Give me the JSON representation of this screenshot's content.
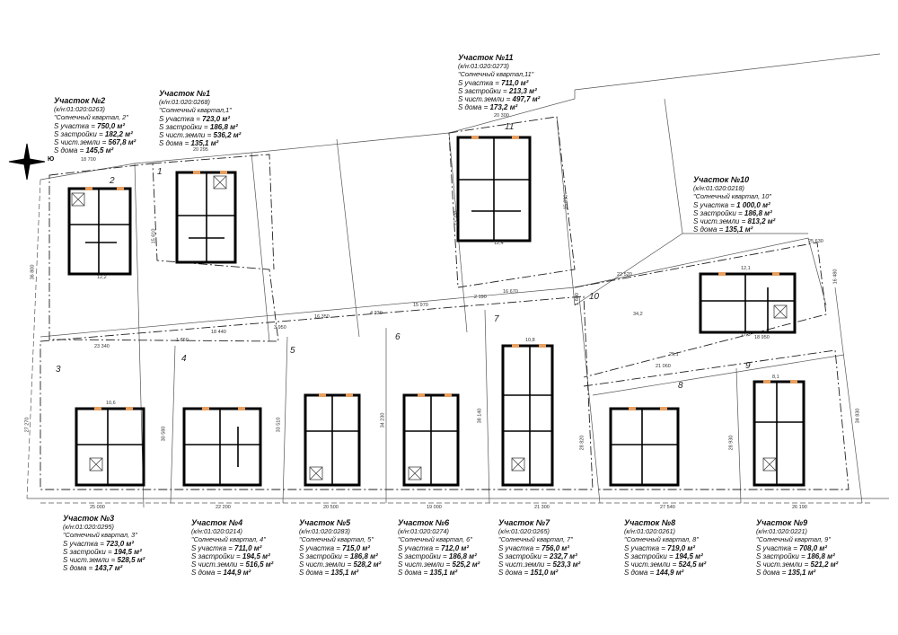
{
  "compass": {
    "label": "Ю"
  },
  "lots": [
    {
      "id": "2",
      "title": "Участок №2",
      "kad": "(к/н:01:020:0263)",
      "quarter": "\"Солнечный квартал, 2\"",
      "s_lot": "750,0 м²",
      "s_build": "182,2 м²",
      "s_clean": "567,8 м²",
      "s_house": "145,5 м²"
    },
    {
      "id": "1",
      "title": "Участок №1",
      "kad": "(к/н:01:020:0268)",
      "quarter": "\"Солнечный квартал,1\"",
      "s_lot": "723,0 м²",
      "s_build": "186,8 м²",
      "s_clean": "536,2 м²",
      "s_house": "135,1 м²"
    },
    {
      "id": "11",
      "title": "Участок №11",
      "kad": "(к/н:01:020:0273)",
      "quarter": "\"Солнечный квартал,11\"",
      "s_lot": "711,0 м²",
      "s_build": "213,3 м²",
      "s_clean": "497,7 м²",
      "s_house": "173,2 м²"
    },
    {
      "id": "10",
      "title": "Участок №10",
      "kad": "(к/н:01:020:0218)",
      "quarter": "\"Солнечный квартал, 10\"",
      "s_lot": "1 000,0 м²",
      "s_build": "186,8 м²",
      "s_clean": "813,2 м²",
      "s_house": "135,1 м²"
    },
    {
      "id": "3",
      "title": "Участок №3",
      "kad": "(к/н:01:020:0295)",
      "quarter": "\"Солнечный квартал, 3\"",
      "s_lot": "723,0 м²",
      "s_build": "194,5 м²",
      "s_clean": "528,5 м²",
      "s_house": "143,7 м²"
    },
    {
      "id": "4",
      "title": "Участок №4",
      "kad": "(к/н:01:020:0214)",
      "quarter": "\"Солнечный квартал, 4\"",
      "s_lot": "711,0 м²",
      "s_build": "194,5 м²",
      "s_clean": "516,5 м²",
      "s_house": "144,9 м²"
    },
    {
      "id": "5",
      "title": "Участок №5",
      "kad": "(к/н:01:020:0283)",
      "quarter": "\"Солнечный квартал, 5\"",
      "s_lot": "715,0 м²",
      "s_build": "186,8 м²",
      "s_clean": "528,2 м²",
      "s_house": "135,1 м²"
    },
    {
      "id": "6",
      "title": "Участок №6",
      "kad": "(к/н:01:020:0274)",
      "quarter": "\"Солнечный квартал, 6\"",
      "s_lot": "712,0 м²",
      "s_build": "186,8 м²",
      "s_clean": "525,2 м²",
      "s_house": "135,1 м²"
    },
    {
      "id": "7",
      "title": "Участок №7",
      "kad": "(к/н:01:020:0265)",
      "quarter": "\"Солнечный квартал, 7\"",
      "s_lot": "756,0 м²",
      "s_build": "232,7 м²",
      "s_clean": "523,3 м²",
      "s_house": "151,0 м²"
    },
    {
      "id": "8",
      "title": "Участок №8",
      "kad": "(к/н:01:020:0261)",
      "quarter": "\"Солнечный квартал, 8\"",
      "s_lot": "719,0 м²",
      "s_build": "194,5 м²",
      "s_clean": "524,5 м²",
      "s_house": "144,9 м²"
    },
    {
      "id": "9",
      "title": "Участок №9",
      "kad": "(к/н:01:020:0221)",
      "quarter": "\"Солнечный квартал, 9\"",
      "s_lot": "708,0 м²",
      "s_build": "186,8 м²",
      "s_clean": "521,2 м²",
      "s_house": "135,1 м²"
    }
  ],
  "labels": {
    "s_lot": "S участка = ",
    "s_build": "S застройки = ",
    "s_clean": "S чист.земли = ",
    "s_house": "S дома = "
  },
  "dimensions": [
    "18 700",
    "20 295",
    "20 300",
    "36 800",
    "15 610",
    "13 700",
    "15 690",
    "25 630",
    "16 480",
    "22 520",
    "23 340",
    "1 860",
    "18 440",
    "3 950",
    "16 350",
    "4 330",
    "15 970",
    "2 190",
    "16 670",
    "1 600",
    "25 000",
    "22 200",
    "20 500",
    "19 000",
    "21 300",
    "27 540",
    "26 190",
    "27 270",
    "30 580",
    "33 510",
    "34 230",
    "38 140",
    "28 820",
    "28 930",
    "34 830",
    "21 060",
    "18 950",
    "25,1",
    "34,2",
    "12,2",
    "10,6",
    "10,8",
    "8,1",
    "12,4",
    "17,3",
    "12,1"
  ]
}
